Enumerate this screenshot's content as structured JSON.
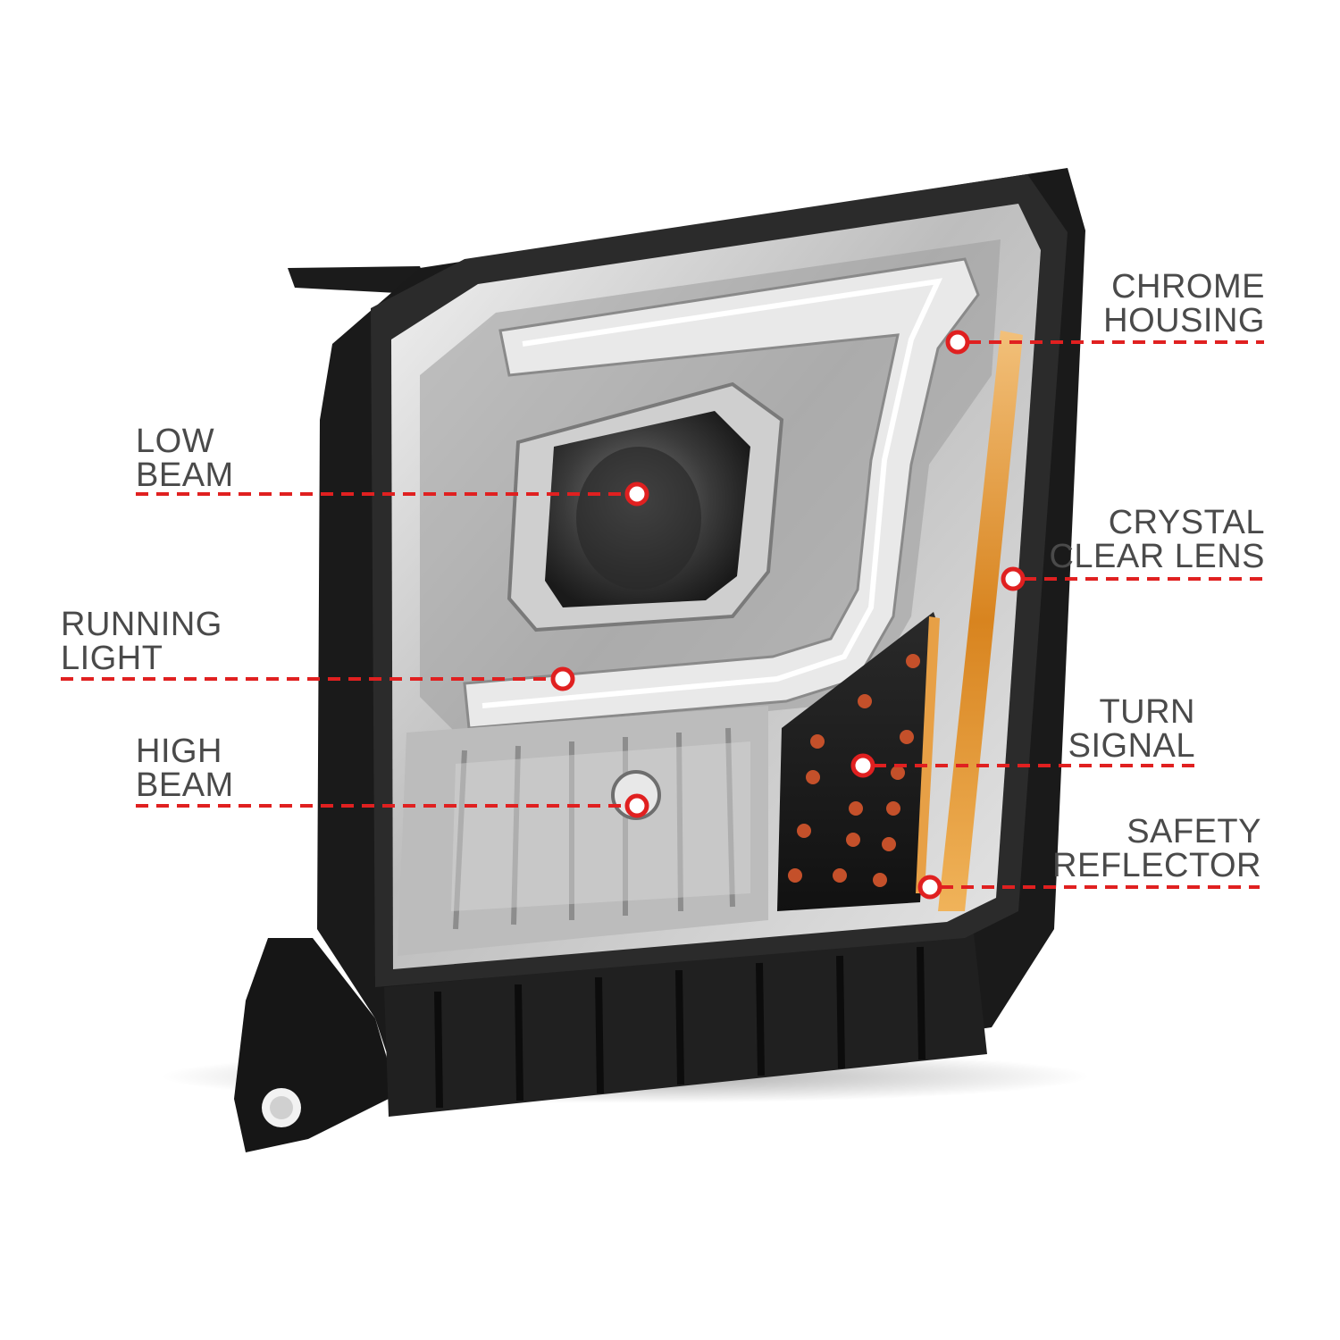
{
  "colors": {
    "callout_line": "#e02020",
    "label_text": "#4a4a4a",
    "background": "#ffffff"
  },
  "labels": {
    "low_beam": [
      "LOW",
      "BEAM"
    ],
    "running_light": [
      "RUNNING",
      "LIGHT"
    ],
    "high_beam": [
      "HIGH",
      "BEAM"
    ],
    "chrome_housing": [
      "CHROME",
      "HOUSING"
    ],
    "crystal_clear_lens": [
      "CRYSTAL",
      "CLEAR LENS"
    ],
    "turn_signal": [
      "TURN",
      "SIGNAL"
    ],
    "safety_reflector": [
      "SAFETY",
      "REFLECTOR"
    ]
  }
}
